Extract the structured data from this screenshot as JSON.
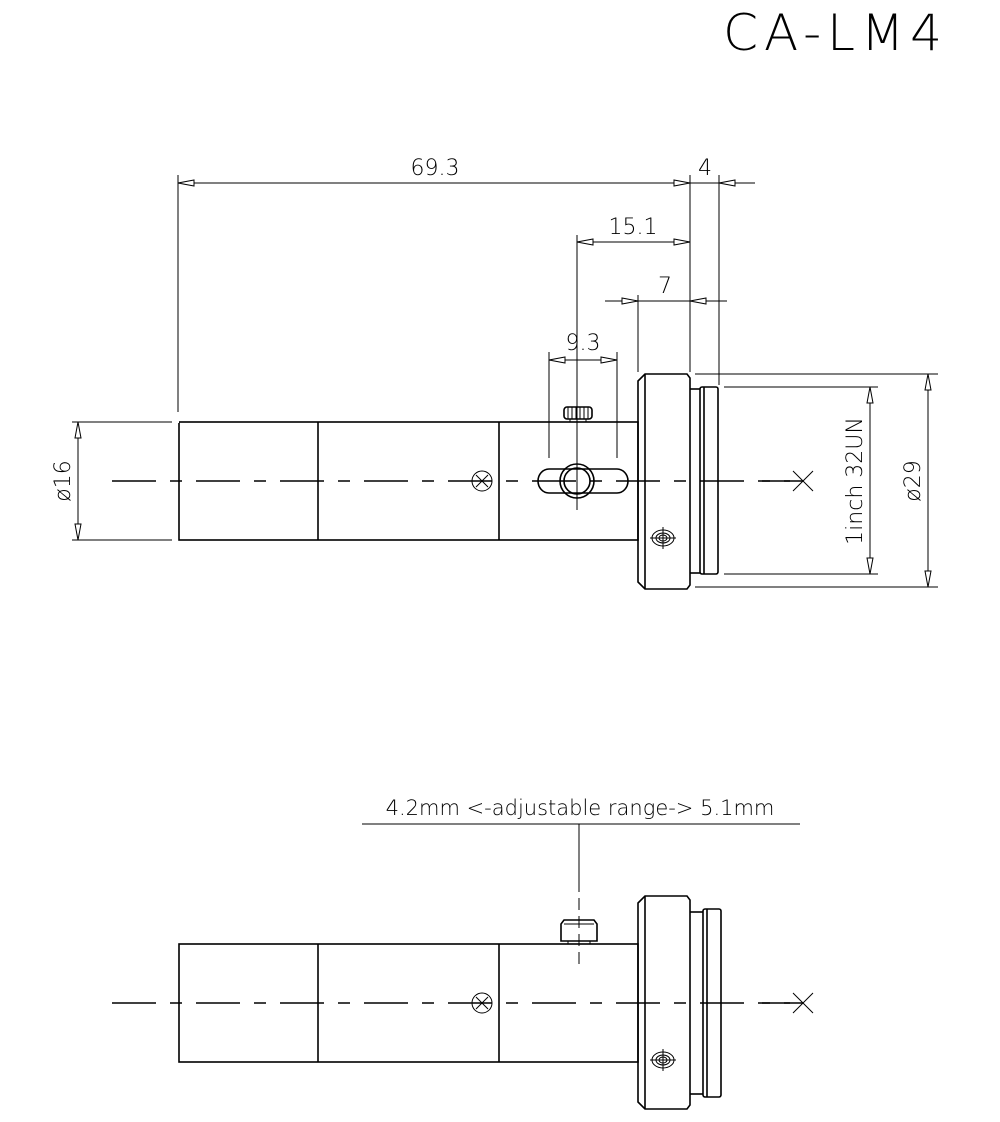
{
  "title": "CA-LM4",
  "top_view": {
    "dimensions": {
      "overall_length": "69.3",
      "flange_width": "4",
      "screw_to_flange": "15.1",
      "ring_width": "7",
      "slot_length": "9.3",
      "body_diameter": "ø16",
      "thread_spec": "1inch 32UN",
      "flange_diameter": "ø29"
    }
  },
  "side_view": {
    "annotation": "4.2mm <-adjustable range-> 5.1mm"
  },
  "colors": {
    "line": "#000000",
    "background": "#ffffff"
  }
}
